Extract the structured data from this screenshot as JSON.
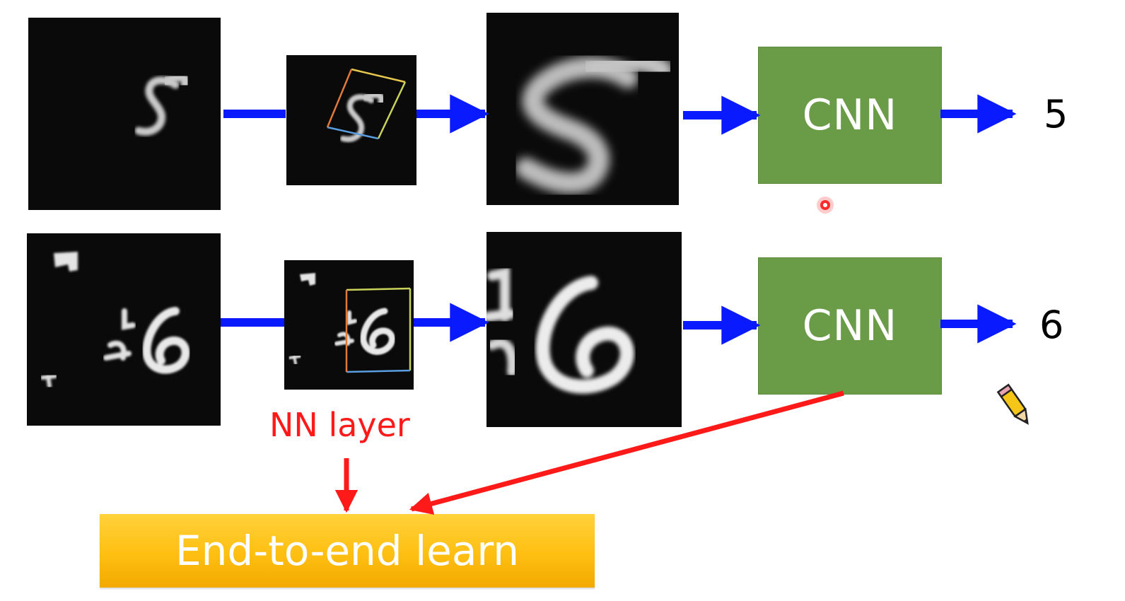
{
  "rows": [
    {
      "model_label": "CNN",
      "output_label": "5"
    },
    {
      "model_label": "CNN",
      "output_label": "6"
    }
  ],
  "annotation": {
    "nn_layer_label": "NN layer"
  },
  "banner": {
    "label": "End-to-end learn"
  },
  "colors": {
    "flow_arrow": "#0a1aff",
    "annotation_arrow": "#ff1a1a",
    "cnn_fill": "#6a9b46",
    "banner_fill": "#ffbf12"
  },
  "icons": [
    "laser-pointer-icon",
    "pencil-cursor-icon"
  ]
}
